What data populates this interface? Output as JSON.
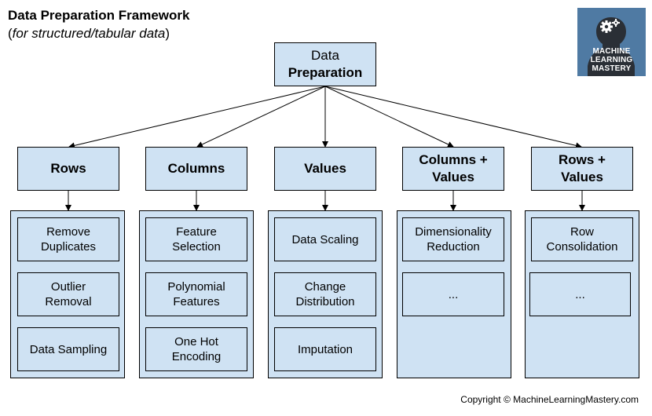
{
  "header": {
    "title": "Data Preparation Framework",
    "subtitle_italic": "for structured/tabular data",
    "subtitle_open": "(",
    "subtitle_close": ")"
  },
  "logo": {
    "icon": "gear-head-silhouette-icon",
    "lines": [
      "MACHINE",
      "LEARNING",
      "MASTERY"
    ]
  },
  "root": {
    "line1": "Data",
    "line2": "Preparation"
  },
  "categories": [
    {
      "title_lines": [
        "Rows"
      ],
      "items": [
        [
          "Remove",
          "Duplicates"
        ],
        [
          "Outlier",
          "Removal"
        ],
        [
          "Data Sampling"
        ]
      ]
    },
    {
      "title_lines": [
        "Columns"
      ],
      "items": [
        [
          "Feature",
          "Selection"
        ],
        [
          "Polynomial",
          "Features"
        ],
        [
          "One Hot",
          "Encoding"
        ]
      ]
    },
    {
      "title_lines": [
        "Values"
      ],
      "items": [
        [
          "Data Scaling"
        ],
        [
          "Change",
          "Distribution"
        ],
        [
          "Imputation"
        ]
      ]
    },
    {
      "title_lines": [
        "Columns +",
        "Values"
      ],
      "items": [
        [
          "Dimensionality",
          "Reduction"
        ],
        [
          "..."
        ]
      ]
    },
    {
      "title_lines": [
        "Rows +",
        "Values"
      ],
      "items": [
        [
          "Row",
          "Consolidation"
        ],
        [
          "..."
        ]
      ]
    }
  ],
  "footer": {
    "copyright": "Copyright © MachineLearningMastery.com"
  },
  "colors": {
    "box_fill": "#cfe2f3",
    "border": "#000000",
    "logo_bg": "#4f7aa3"
  }
}
